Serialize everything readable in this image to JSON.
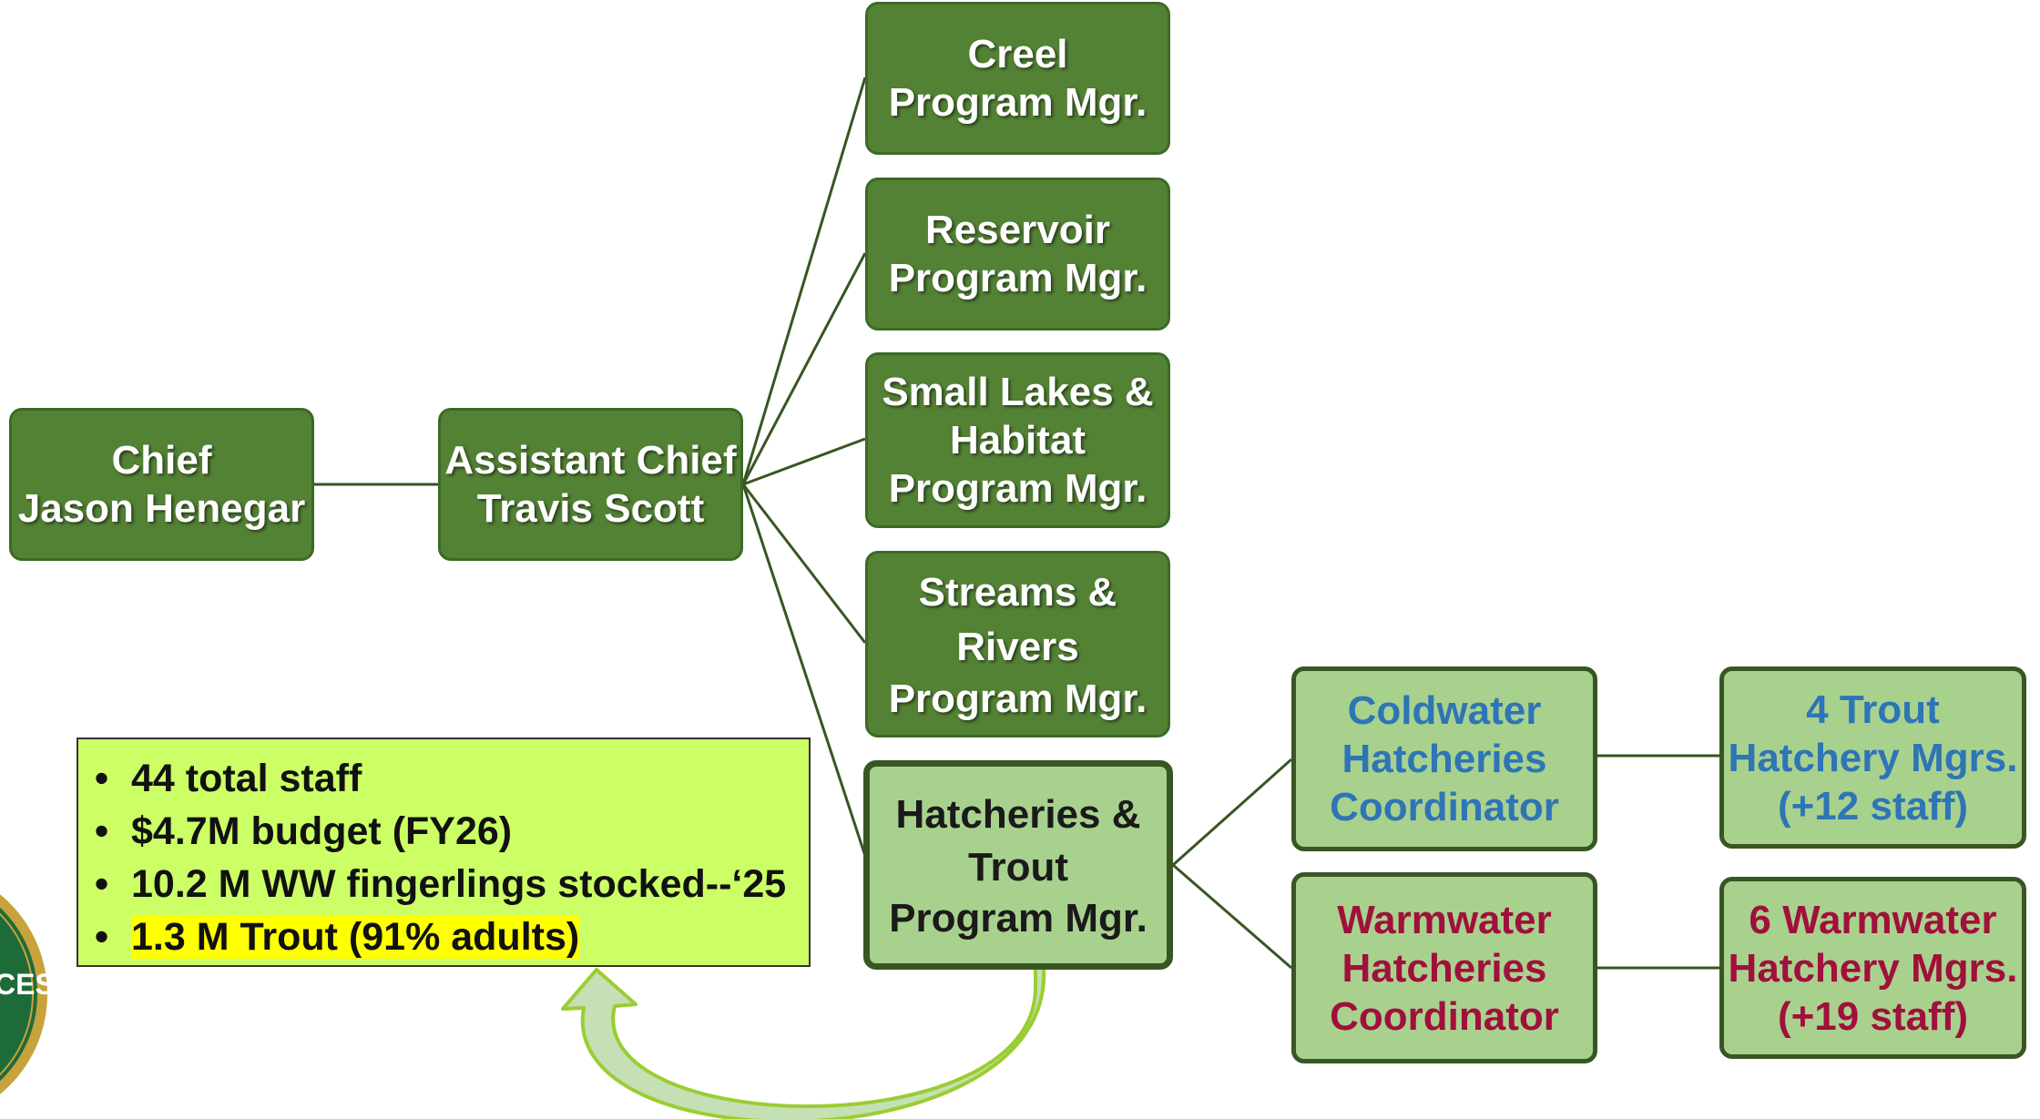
{
  "nodes": {
    "chief": {
      "lines": [
        "Chief",
        "Jason Henegar"
      ]
    },
    "assistant_chief": {
      "lines": [
        "Assistant Chief",
        "Travis Scott"
      ]
    },
    "creel": {
      "lines": [
        "Creel",
        "Program Mgr."
      ]
    },
    "reservoir": {
      "lines": [
        "Reservoir",
        "Program Mgr."
      ]
    },
    "small_lakes": {
      "lines": [
        "Small Lakes &",
        "Habitat",
        "Program Mgr."
      ]
    },
    "streams": {
      "lines": [
        "Streams &",
        "Rivers",
        "Program Mgr."
      ]
    },
    "hatcheries": {
      "lines": [
        "Hatcheries &",
        "Trout",
        "Program Mgr."
      ]
    },
    "coldwater": {
      "lines": [
        "Coldwater",
        "Hatcheries",
        "Coordinator"
      ]
    },
    "warmwater": {
      "lines": [
        "Warmwater",
        "Hatcheries",
        "Coordinator"
      ]
    },
    "trout_mgrs": {
      "lines": [
        "4 Trout",
        "Hatchery Mgrs.",
        "(+12 staff)"
      ]
    },
    "warmwater_mgrs": {
      "lines": [
        "6 Warmwater",
        "Hatchery Mgrs.",
        "(+19 staff)"
      ]
    }
  },
  "info": {
    "items": [
      "44 total staff",
      "$4.7M budget (FY26)",
      "10.2 M WW fingerlings stocked--‘25",
      "1.3 M Trout (91% adults)"
    ]
  },
  "logo": {
    "text_fragment": "CES",
    "ring_color": "#c8a23c",
    "fill_color": "#1e6b3a"
  },
  "colors": {
    "dark_box": "#548235",
    "light_box": "#a9d18e",
    "info_box": "#ccff66",
    "highlight": "#ffff00",
    "coldwater_text": "#2e75b6",
    "warmwater_text": "#a0103c",
    "arrow_fill": "#c5e0b4",
    "arrow_stroke": "#9acd32"
  }
}
